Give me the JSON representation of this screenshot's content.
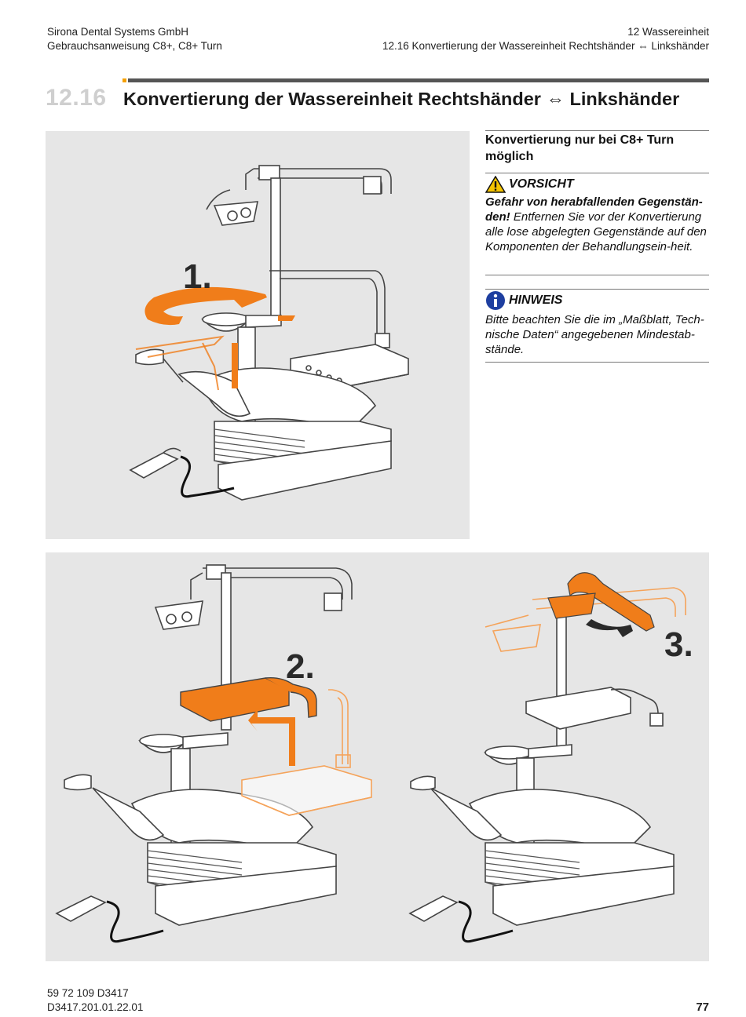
{
  "header": {
    "left_line1": "Sirona Dental Systems GmbH",
    "left_line2": "Gebrauchsanweisung C8+, C8+ Turn",
    "right_line1": "12  Wassereinheit",
    "right_line2": "12.16  Konvertierung der Wassereinheit Rechtshänder ⇔ Linkshänder"
  },
  "section": {
    "number": "12.16",
    "title": "Konvertierung der Wassereinheit Rechtshänder ⇔ Linkshänder"
  },
  "sidebar": {
    "condition": "Konvertierung nur bei C8+ Turn möglich",
    "caution_title": "VORSICHT",
    "caution_bold": "Gefahr von herabfallenden Gegenstän-den!",
    "caution_text": "Entfernen Sie vor der Konvertierung alle lose abgelegten Gegenstände auf den Komponenten der Behandlungsein-heit.",
    "hint_title": "HINWEIS",
    "hint_text": "Bitte beachten Sie die im „Maßblatt, Tech-nische Daten“ angegebenen Mindestab-stände."
  },
  "figures": {
    "step1": "1.",
    "step2": "2.",
    "step3": "3."
  },
  "icons": [
    "warning-triangle-icon",
    "info-icon"
  ],
  "colors": {
    "accent_orange": "#f07d1a",
    "caution_yellow": "#f5c400",
    "info_blue": "#1e3fa0"
  },
  "footer": {
    "doc_number": "59 72 109 D3417",
    "doc_code": "D3417.201.01.22.01",
    "page": "77"
  }
}
